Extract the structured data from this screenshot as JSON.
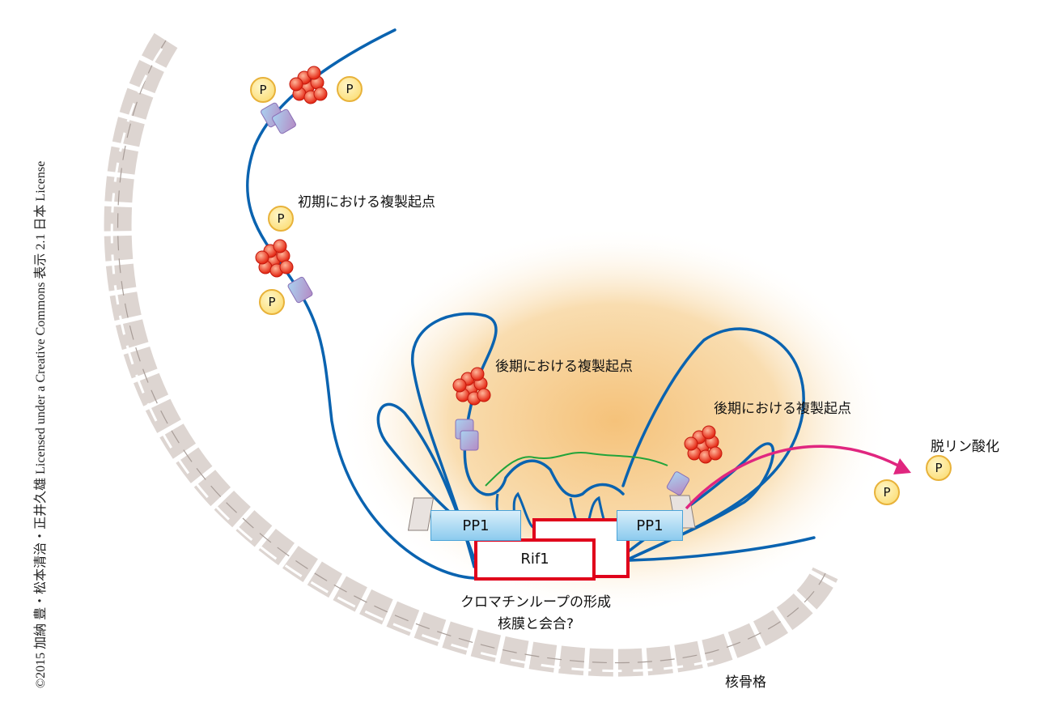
{
  "copyright": "©2015 加納 豊・松本清治・正井久雄 Licensed under a Creative Commons 表示 2.1 日本 License",
  "labels": {
    "early_origin": "初期における複製起点",
    "late_origin_1": "後期における複製起点",
    "late_origin_2": "後期における複製起点",
    "dephosphorylation": "脱リン酸化",
    "loop_line1": "クロマチンループの形成",
    "loop_line2": "核膜と会合?",
    "nuclear_matrix": "核骨格"
  },
  "proteins": {
    "pp1": "PP1",
    "rif1": "Rif1"
  },
  "phosphate": "P",
  "colors": {
    "dna": "#0a63b0",
    "rif1_border": "#e0001b",
    "arrow": "#e0267f",
    "glow": "#f5c27a",
    "origin_cluster": "#f04a2a"
  }
}
